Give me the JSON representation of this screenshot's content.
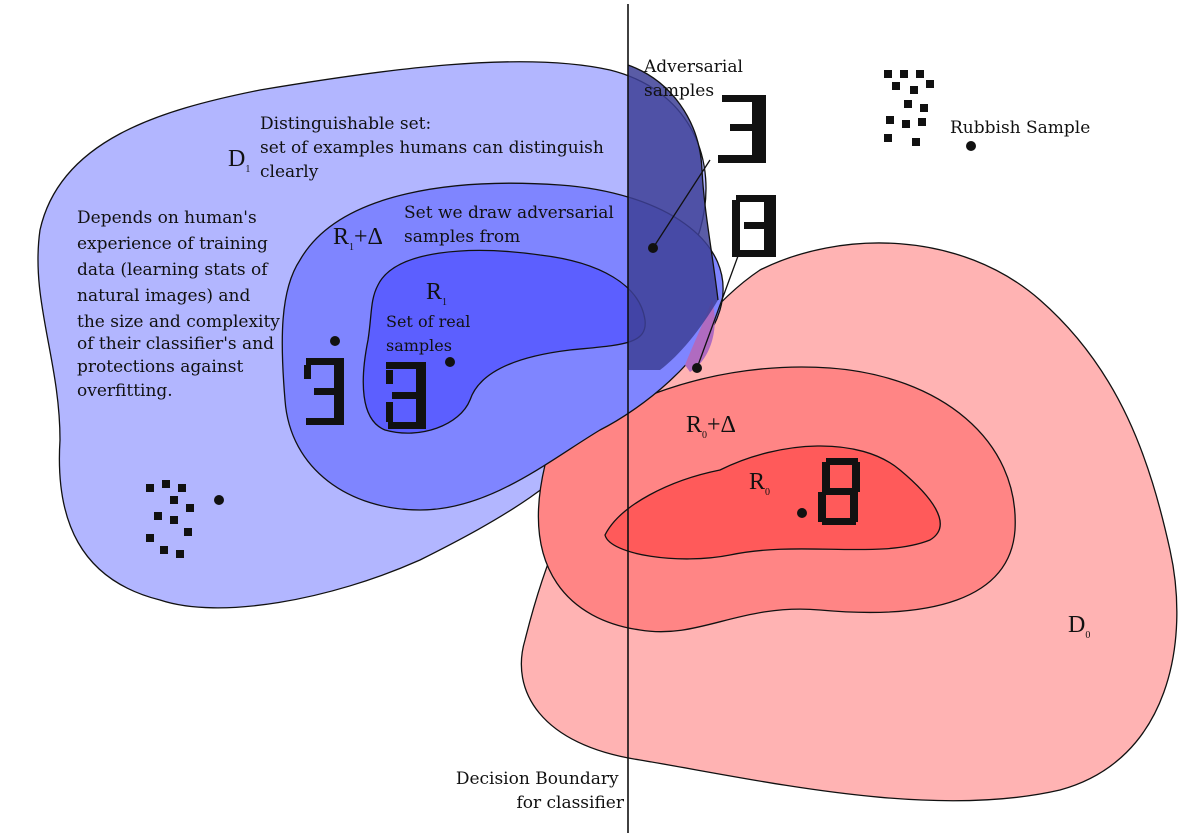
{
  "colors": {
    "d1_fill": "#b2b6ff",
    "r1delta_fill": "#7f85ff",
    "r1_fill": "#5c5fff",
    "d0_fill": "#ffb3b3",
    "r0delta_fill": "#ff8585",
    "r0_fill": "#ff5a5a",
    "overlap_fill": "#3d3f96",
    "ink": "#111111"
  },
  "labels": {
    "d1_main": "D",
    "d1_sub": "1",
    "d0_main": "D",
    "d0_sub": "0",
    "r1_main": "R",
    "r1_sub": "1",
    "r1delta_main": "R",
    "r1delta_sub": "1",
    "r1delta_suffix": "+Δ",
    "r0_main": "R",
    "r0_sub": "0",
    "r0delta_main": "R",
    "r0delta_sub": "0",
    "r0delta_suffix": "+Δ"
  },
  "annotations": {
    "distinguishable": [
      "Distinguishable set:",
      "set of examples humans can distinguish",
      "clearly"
    ],
    "depends": [
      "Depends on human's",
      "experience of training",
      "data (learning stats of",
      "natural images) and",
      "the size and complexity",
      "of their classifier's and",
      "protections against",
      "overfitting."
    ],
    "adversarial_set": [
      "Set we draw adversarial",
      "samples from"
    ],
    "real_samples": [
      "Set of real",
      "samples"
    ],
    "adversarial_samples": [
      "Adversarial",
      "samples"
    ],
    "rubbish": "Rubbish Sample",
    "boundary": [
      "Decision Boundary",
      "for classifier"
    ]
  }
}
